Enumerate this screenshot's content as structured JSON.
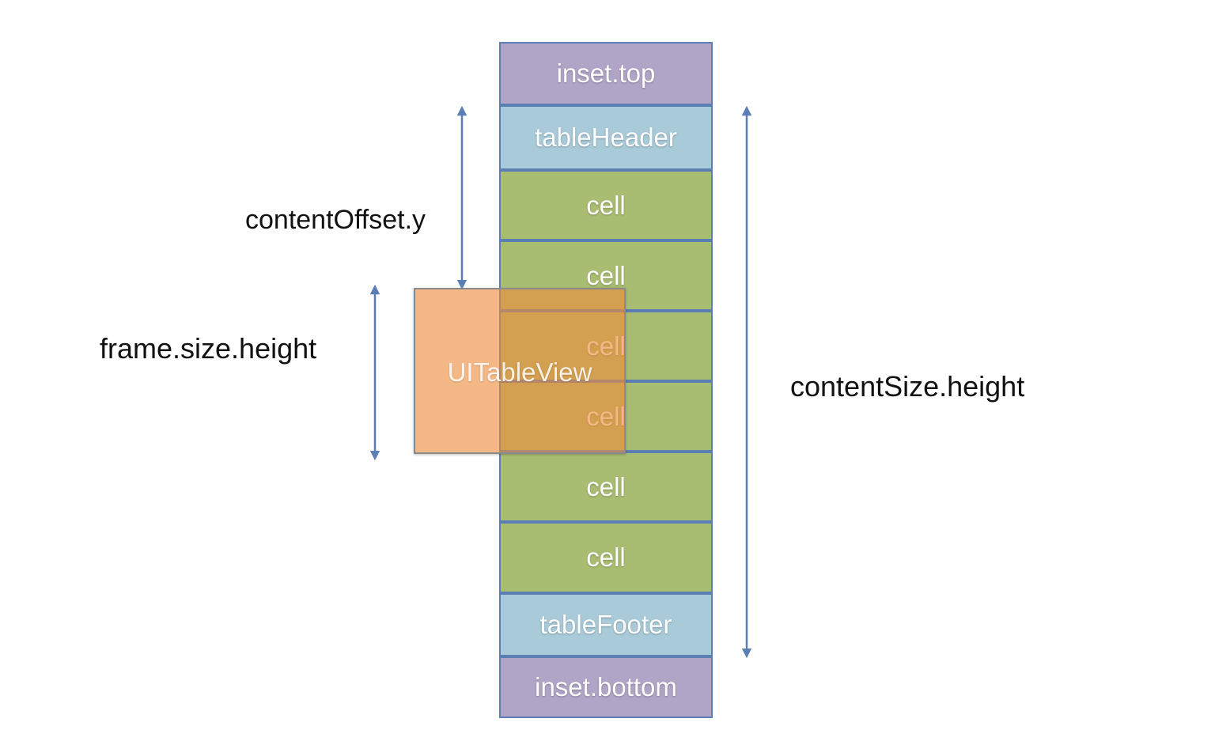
{
  "blocks": {
    "inset_top": "inset.top",
    "table_header": "tableHeader",
    "cells": [
      "cell",
      "cell",
      "cell",
      "cell",
      "cell",
      "cell"
    ],
    "table_footer": "tableFooter",
    "inset_bottom": "inset.bottom"
  },
  "overlay": {
    "label": "UITableView"
  },
  "labels": {
    "content_offset": "contentOffset.y",
    "frame_height": "frame.size.height",
    "content_size": "contentSize.height"
  },
  "colors": {
    "inset": "#b0a5c6",
    "header_footer": "#a9cad8",
    "cell": "#a9bd72",
    "table_view": "#ed8c3c",
    "border": "#5b7fb5",
    "arrow": "#5b7fb5"
  }
}
